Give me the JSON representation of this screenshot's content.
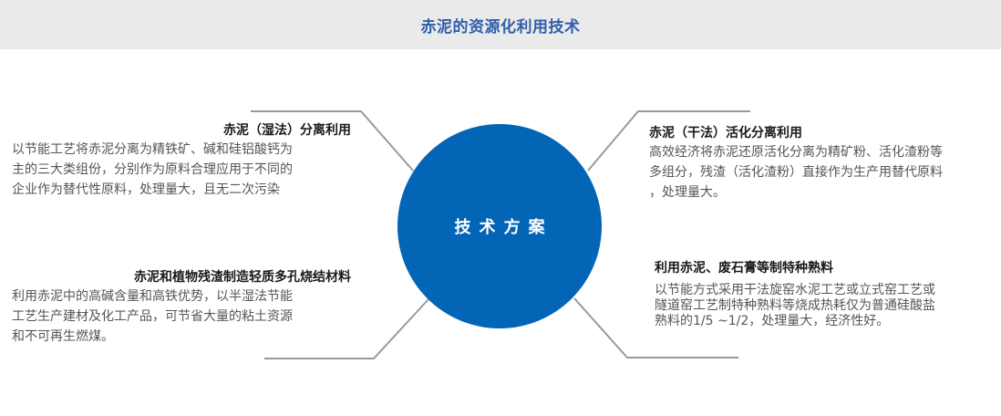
{
  "header": {
    "title": "赤泥的资源化利用技术",
    "background": "#ebeaea",
    "title_color": "#2f5ea8"
  },
  "hub": {
    "label": "技术方案",
    "color": "#0265b5"
  },
  "connector_color": "#9a9a9a",
  "branches": [
    {
      "position": "top-left",
      "title": "赤泥（湿法）分离利用",
      "lines": [
        "以节能工艺将赤泥分离为精铁矿、碱和硅铝酸钙为",
        "主的三大类组份，分别作为原料合理应用于不同的",
        "企业作为替代性原料，处理量大，且无二次污染"
      ]
    },
    {
      "position": "top-right",
      "title": "赤泥（干法）活化分离利用",
      "lines": [
        "高效经济将赤泥还原活化分离为精矿粉、活化渣粉等",
        "多组分，残渣（活化渣粉）直接作为生产用替代原料",
        "，处理量大。"
      ]
    },
    {
      "position": "bottom-left",
      "title": "赤泥和植物残渣制造轻质多孔烧结材料",
      "lines": [
        "利用赤泥中的高碱含量和高铁优势，以半湿法节能",
        "工艺生产建材及化工产品，可节省大量的粘土资源",
        "和不可再生燃煤。"
      ]
    },
    {
      "position": "bottom-right",
      "title": "利用赤泥、废石膏等制特种熟料",
      "lines": [
        "以节能方式采用干法旋窑水泥工艺或立式窑工艺或",
        "隧道窑工艺制特种熟料等烧成热耗仅为普通硅酸盐",
        "熟料的1/5 ~1/2，处理量大，经济性好。"
      ]
    }
  ]
}
